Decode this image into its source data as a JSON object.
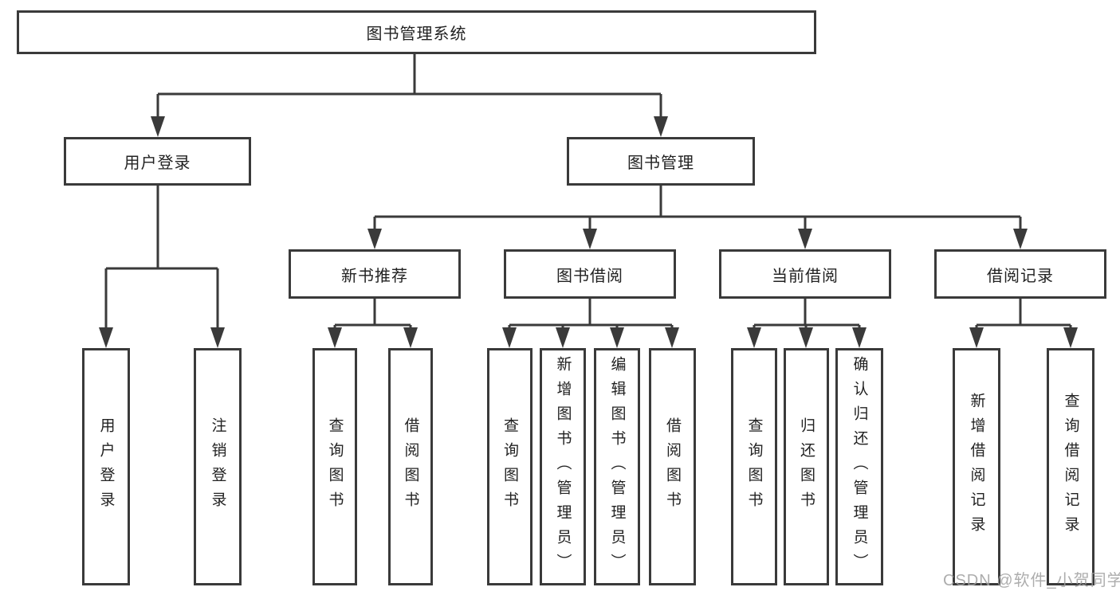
{
  "diagram": {
    "root": {
      "label": "图书管理系统"
    },
    "level2": [
      {
        "label": "用户登录"
      },
      {
        "label": "图书管理"
      }
    ],
    "level3": [
      {
        "label": "新书推荐"
      },
      {
        "label": "图书借阅"
      },
      {
        "label": "当前借阅"
      },
      {
        "label": "借阅记录"
      }
    ],
    "leaf_groups": [
      {
        "parent": "用户登录",
        "items": [
          "用户登录",
          "注销登录"
        ]
      },
      {
        "parent": "新书推荐",
        "items": [
          "查询图书",
          "借阅图书"
        ]
      },
      {
        "parent": "图书借阅",
        "items": [
          "查询图书",
          "新增图书（管理员）",
          "编辑图书（管理员）",
          "借阅图书"
        ]
      },
      {
        "parent": "当前借阅",
        "items": [
          "查询图书",
          "归还图书",
          "确认归还（管理员）"
        ]
      },
      {
        "parent": "借阅记录",
        "items": [
          "新增借阅记录",
          "查询借阅记录"
        ]
      }
    ]
  },
  "watermark": {
    "text": "CSDN @软件_小贺同学"
  },
  "colors": {
    "line": "#3a3a3a",
    "text": "#222222",
    "watermark": "#9f9f9f",
    "background": "#ffffff"
  }
}
